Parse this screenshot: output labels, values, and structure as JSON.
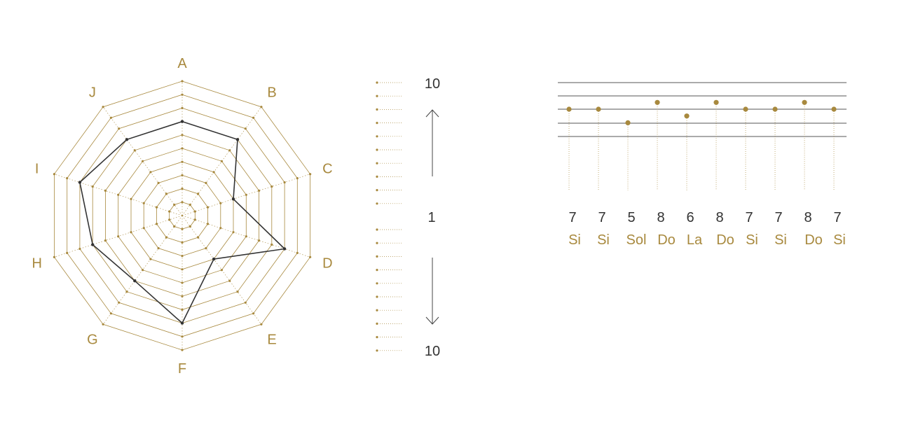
{
  "colors": {
    "accent": "#a8893e",
    "series_line": "#333333",
    "grid_line": "#a8893e",
    "staff_line": "#555555",
    "background": "#ffffff"
  },
  "chart_data": [
    {
      "type": "radar",
      "axes": [
        "A",
        "B",
        "C",
        "D",
        "E",
        "F",
        "G",
        "H",
        "I",
        "J"
      ],
      "values": [
        7,
        7,
        4,
        8,
        4,
        8,
        6,
        7,
        8,
        7
      ],
      "range": [
        0,
        10
      ],
      "rings": 10,
      "grid": true
    },
    {
      "type": "scale-legend",
      "top_label": "10",
      "middle_label": "1",
      "bottom_label": "10",
      "arrows": [
        "up",
        "down"
      ]
    },
    {
      "type": "scatter",
      "values": [
        7,
        7,
        5,
        8,
        6,
        8,
        7,
        7,
        8,
        7
      ],
      "notes": [
        "Si",
        "Si",
        "Sol",
        "Do",
        "La",
        "Do",
        "Si",
        "Si",
        "Do",
        "Si"
      ],
      "staff_lines": 5
    }
  ]
}
